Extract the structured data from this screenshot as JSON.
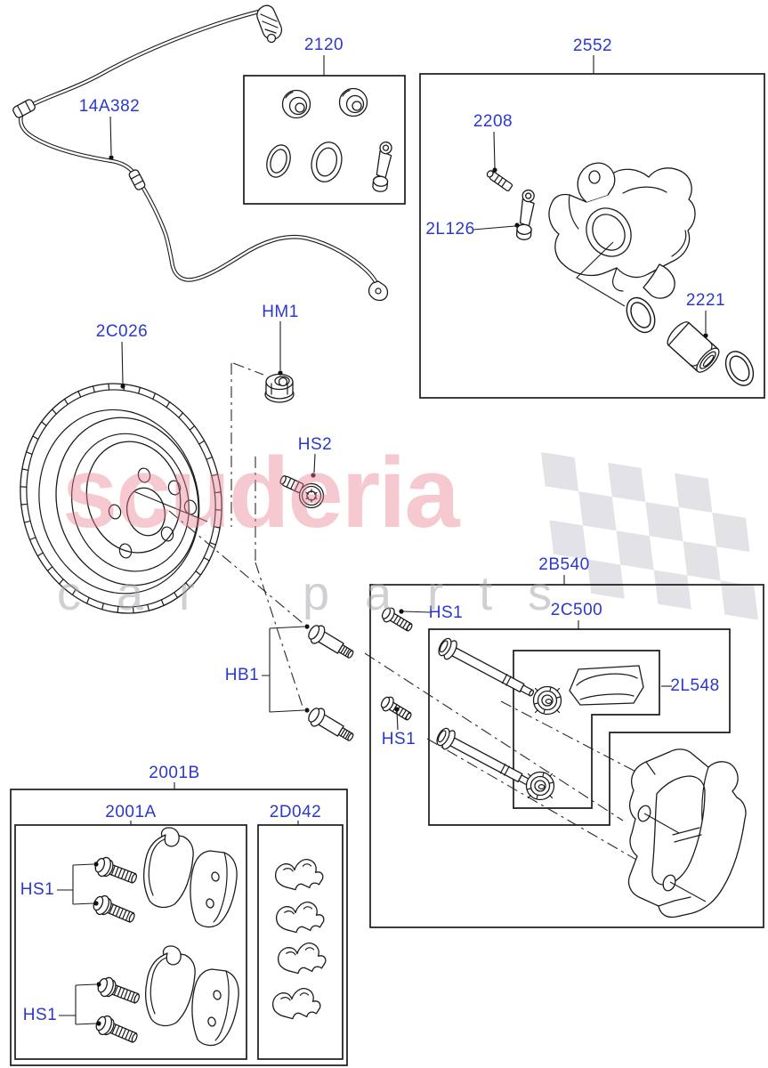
{
  "diagram": {
    "background": "#ffffff",
    "line_color": "#1b1b1b",
    "label_color": "#2b38cf"
  },
  "watermark": {
    "brand": "scuderia",
    "subbrand": "car parts",
    "brand_color": "#e9808f",
    "subbrand_color": "#a9a9b1",
    "flag_color": "#e2e2e7"
  },
  "labels": {
    "sensor": "14A382",
    "seal_kit": "2120",
    "caliper": "2552",
    "bleed_screw": "2208",
    "bracket_2l126": "2L126",
    "piston": "2221",
    "disc": "2C026",
    "hub_nut": "HM1",
    "disc_screw": "HS2",
    "carrier_kit": "2B540",
    "guide_pin_kit": "2C500",
    "grease": "2L548",
    "carrier_bolts": "HB1",
    "guide_bolt": "HS1",
    "pad_kit": "2001B",
    "pads": "2001A",
    "fitting_kit": "2D042"
  }
}
